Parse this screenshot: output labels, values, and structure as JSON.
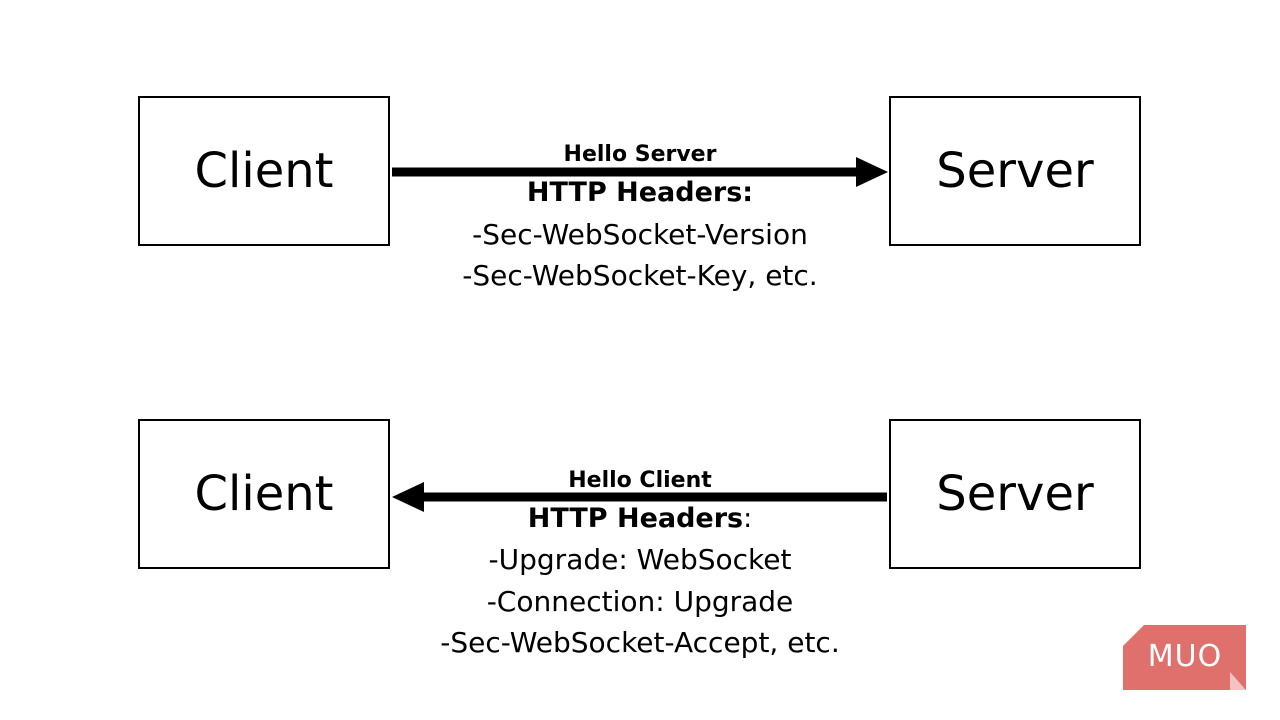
{
  "top": {
    "client_label": "Client",
    "server_label": "Server",
    "arrow_caption": "Hello Server",
    "headers_title": "HTTP Headers:",
    "headers_items": [
      "-Sec-WebSocket-Version",
      "-Sec-WebSocket-Key, etc."
    ]
  },
  "bottom": {
    "client_label": "Client",
    "server_label": "Server",
    "arrow_caption": "Hello Client",
    "headers_title": "HTTP Headers",
    "headers_colon": ":",
    "headers_items": [
      "-Upgrade: WebSocket",
      "-Connection: Upgrade",
      "-Sec-WebSocket-Accept, etc."
    ]
  },
  "logo": {
    "text": "MUO",
    "color": "#e0706c"
  }
}
